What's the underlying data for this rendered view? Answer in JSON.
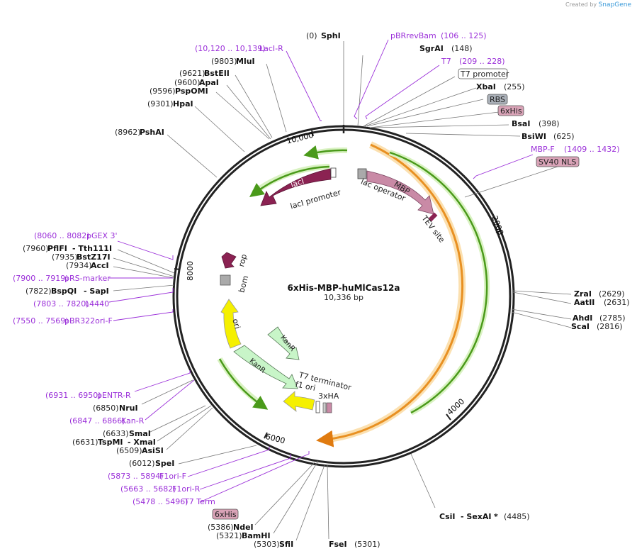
{
  "credit": {
    "prefix": "Created by",
    "brand": "SnapGene"
  },
  "plasmid": {
    "name": "6xHis-MBP-huMlCas12a",
    "size": "10,336 bp"
  },
  "ticks": [
    "10,000",
    "2000",
    "4000",
    "6000",
    "8000"
  ],
  "features": {
    "laci": "lacI",
    "laci_promoter": "lacI promoter",
    "lac_operator": "lac operator",
    "mbp": "MBP",
    "tev": "TEV site",
    "rop": "rop",
    "bom": "bom",
    "ori": "ori",
    "kanr1": "KanR",
    "kanr2": "KanR",
    "t7_terminator": "T7 terminator",
    "f1_ori": "f1 ori",
    "ha3": "3xHA"
  },
  "labels": {
    "sphi": {
      "num": "(0)",
      "name": "SphI"
    },
    "laci_r": {
      "range": "(10,120 .. 10,139)",
      "name": "LacI-R"
    },
    "mlui": {
      "num": "(9803)",
      "name": "MluI"
    },
    "bsteii": {
      "num": "(9621)",
      "name": "BstEII"
    },
    "apai": {
      "num": "(9600)",
      "name": "ApaI"
    },
    "psp": {
      "num": "(9596)",
      "name": "PspOMI"
    },
    "hpai": {
      "num": "(9301)",
      "name": "HpaI"
    },
    "pshai": {
      "num": "(8962)",
      "name": "PshAI"
    },
    "pbrrev": {
      "name": "pBRrevBam",
      "range": "(106 .. 125)"
    },
    "sgrai": {
      "name": "SgrAI",
      "num": "(148)"
    },
    "t7": {
      "name": "T7",
      "range": "(209 .. 228)"
    },
    "t7_promoter": {
      "name": "T7 promoter"
    },
    "xbai": {
      "name": "XbaI",
      "num": "(255)"
    },
    "rbs": {
      "name": "RBS"
    },
    "his_top": {
      "name": "6xHis"
    },
    "bsai": {
      "name": "BsaI",
      "num": "(398)"
    },
    "bsiwi": {
      "name": "BsiWI",
      "num": "(625)"
    },
    "mbp_f": {
      "name": "MBP-F",
      "range": "(1409 .. 1432)"
    },
    "sv40": {
      "name": "SV40 NLS"
    },
    "zrai": {
      "name": "ZraI",
      "num": "(2629)"
    },
    "aatii": {
      "name": "AatII",
      "num": "(2631)"
    },
    "ahdi": {
      "name": "AhdI",
      "num": "(2785)"
    },
    "scai": {
      "name": "ScaI",
      "num": "(2816)"
    },
    "pgex": {
      "range": "(8060 .. 8082)",
      "name": "pGEX 3'"
    },
    "pflfi": {
      "num": "(7960)",
      "name": "PflFI",
      "name2": "- Tth111I"
    },
    "bstz": {
      "num": "(7935)",
      "name": "BstZ17I"
    },
    "acci": {
      "num": "(7934)",
      "name": "AccI"
    },
    "prs": {
      "range": "(7900 .. 7919)",
      "name": "pRS-marker"
    },
    "bspqi": {
      "num": "(7822)",
      "name": "BspQI",
      "name2": "- SapI"
    },
    "l4440": {
      "range": "(7803 .. 7820)",
      "name": "L4440"
    },
    "pbr322": {
      "range": "(7550 .. 7569)",
      "name": "pBR322ori-F"
    },
    "pentr": {
      "range": "(6931 .. 6950)",
      "name": "pENTR-R"
    },
    "nrui": {
      "num": "(6850)",
      "name": "NruI"
    },
    "kan_r": {
      "range": "(6847 .. 6866)",
      "name": "Kan-R"
    },
    "smai": {
      "num": "(6633)",
      "name": "SmaI"
    },
    "tspmi": {
      "num": "(6631)",
      "name": "TspMI",
      "name2": "- XmaI"
    },
    "asisi": {
      "num": "(6509)",
      "name": "AsiSI"
    },
    "spei": {
      "num": "(6012)",
      "name": "SpeI"
    },
    "f1ori_f": {
      "range": "(5873 .. 5894)",
      "name": "F1ori-F"
    },
    "f1ori_r": {
      "range": "(5663 .. 5682)",
      "name": "F1ori-R"
    },
    "t7term": {
      "range": "(5478 .. 5496)",
      "name": "T7 Term"
    },
    "his_bot": {
      "name": "6xHis"
    },
    "ndei": {
      "num": "(5386)",
      "name": "NdeI"
    },
    "bamhi": {
      "num": "(5321)",
      "name": "BamHI"
    },
    "sfii": {
      "num": "(5303)",
      "name": "SfiI"
    },
    "fsei": {
      "name": "FseI",
      "num": "(5301)"
    },
    "csii": {
      "name": "CsiI",
      "name2": "- SexAI",
      "star": "*",
      "num": "(4485)"
    }
  },
  "colors": {
    "backbone": "#222222",
    "cds_orange": "#f0a030",
    "primer": "#9b30d9",
    "green_arrow": "#4a9a1a",
    "laci": "#8b2252",
    "mbp": "#c98aa6",
    "ori": "#f5f000",
    "kanr": "#c8f5c8",
    "feature_box": "#d9a3b7"
  }
}
